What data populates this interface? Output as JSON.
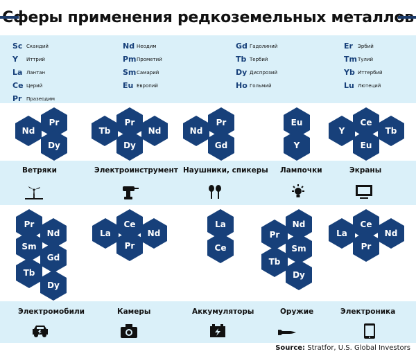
{
  "title": "Сферы применения редкоземельных металлов",
  "legend": {
    "col1": [
      {
        "symbol": "Sc",
        "name": "Скандий"
      },
      {
        "symbol": "Y",
        "name": "Иттрий"
      },
      {
        "symbol": "La",
        "name": "Лантан"
      },
      {
        "symbol": "Ce",
        "name": "Церий"
      },
      {
        "symbol": "Pr",
        "name": "Празеодим"
      }
    ],
    "col2": [
      {
        "symbol": "Nd",
        "name": "Неодим"
      },
      {
        "symbol": "Pm",
        "name": "Прометий"
      },
      {
        "symbol": "Sm",
        "name": "Самарий"
      },
      {
        "symbol": "Eu",
        "name": "Европий"
      }
    ],
    "col3": [
      {
        "symbol": "Gd",
        "name": "Гадолиний"
      },
      {
        "symbol": "Tb",
        "name": "Тербий"
      },
      {
        "symbol": "Dy",
        "name": "Диспрозий"
      },
      {
        "symbol": "Ho",
        "name": "Гольмий"
      }
    ],
    "col4": [
      {
        "symbol": "Er",
        "name": "Эрбий"
      },
      {
        "symbol": "Tm",
        "name": "Тулий"
      },
      {
        "symbol": "Yb",
        "name": "Иттербий"
      },
      {
        "symbol": "Lu",
        "name": "Лютеций"
      }
    ]
  },
  "row1": {
    "groups": [
      {
        "elements": [
          "Pr",
          "Nd",
          "Dy"
        ]
      },
      {
        "elements": [
          "Pr",
          "Tb",
          "Nd",
          "Dy"
        ]
      },
      {
        "elements": [
          "Pr",
          "Nd",
          "Gd"
        ]
      },
      {
        "elements": [
          "Eu",
          "Y"
        ]
      },
      {
        "elements": [
          "Ce",
          "Y",
          "Tb",
          "Eu"
        ]
      }
    ],
    "applications": [
      {
        "label": "Ветряки",
        "icon": "wind-turbine-icon"
      },
      {
        "label": "Электроинструмент",
        "icon": "power-drill-icon"
      },
      {
        "label": "Наушники, спикеры",
        "icon": "earphones-icon"
      },
      {
        "label": "Лампочки",
        "icon": "light-bulb-icon"
      },
      {
        "label": "Экраны",
        "icon": "monitor-icon"
      }
    ]
  },
  "row2": {
    "groups": [
      {
        "elements": [
          "Pr",
          "Nd",
          "Sm",
          "Gd",
          "Tb",
          "Dy"
        ]
      },
      {
        "elements": [
          "Ce",
          "La",
          "Nd",
          "Pr"
        ]
      },
      {
        "elements": [
          "La",
          "Ce"
        ]
      },
      {
        "elements": [
          "Nd",
          "Pr",
          "Sm",
          "Tb",
          "Dy"
        ]
      },
      {
        "elements": [
          "Ce",
          "La",
          "Nd",
          "Pr"
        ]
      }
    ],
    "applications": [
      {
        "label": "Электромобили",
        "icon": "electric-car-icon"
      },
      {
        "label": "Камеры",
        "icon": "camera-icon"
      },
      {
        "label": "Аккумуляторы",
        "icon": "battery-icon"
      },
      {
        "label": "Оружие",
        "icon": "missile-icon"
      },
      {
        "label": "Электроника",
        "icon": "tablet-icon"
      }
    ]
  },
  "source": {
    "label": "Source:",
    "text": "Stratfor, U.S. Global Investors"
  },
  "colors": {
    "hex": "#17407a",
    "band": "#daf0f9",
    "title_bar": "#1b3b6b"
  }
}
